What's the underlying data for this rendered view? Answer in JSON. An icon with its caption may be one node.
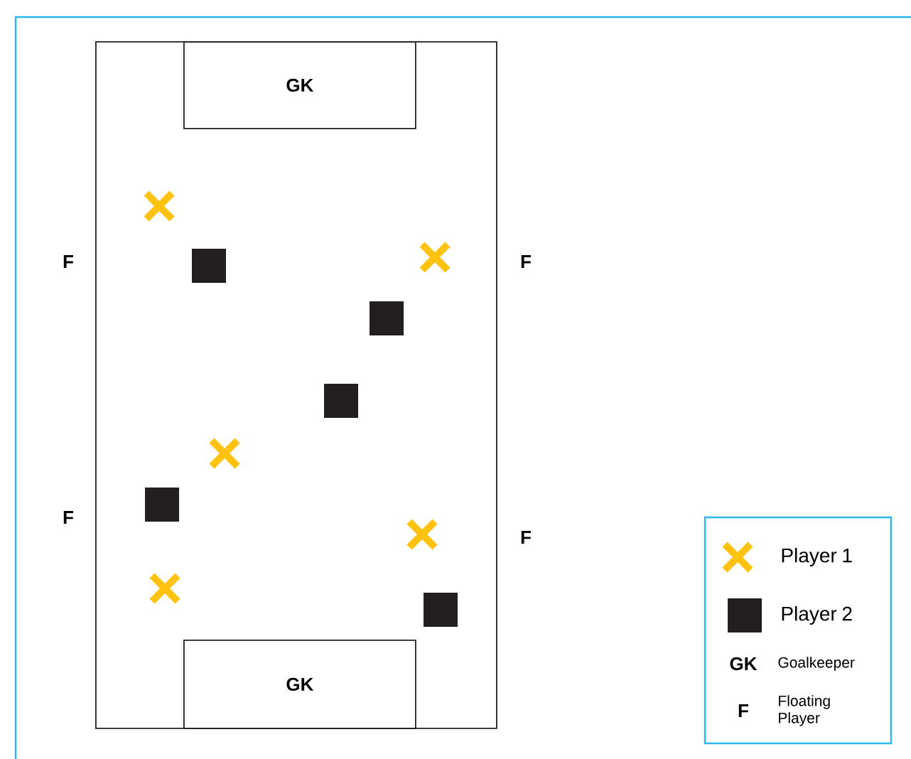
{
  "diagram": {
    "nodes": [
      {
        "text": [],
        "shape": "box"
      },
      {
        "text": [
          "GK"
        ],
        "in": 0
      },
      {
        "text": [
          "GK"
        ],
        "in": 0
      }
    ],
    "edges": [],
    "labels": [
      "F",
      "F",
      "F",
      "F",
      "GK",
      "F"
    ],
    "legend": [
      {
        "text": "Player 1"
      },
      {
        "text": "Player 2"
      },
      {
        "text": "Goalkeeper"
      },
      {
        "text": "Floating Player"
      }
    ]
  }
}
